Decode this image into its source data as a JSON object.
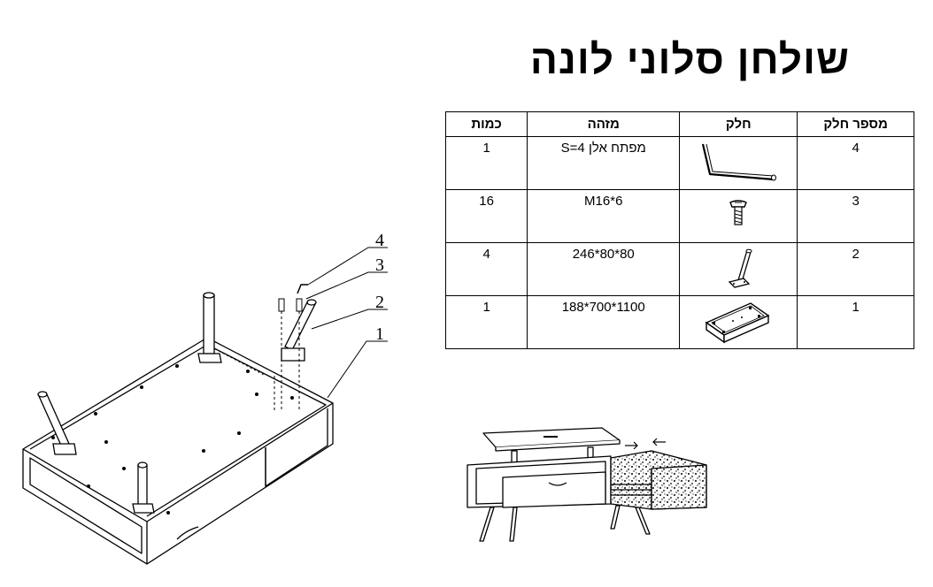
{
  "title": "שולחן סלוני לונה",
  "table": {
    "headers": {
      "part_number": "מספר חלק",
      "part": "חלק",
      "identifier": "מזהה",
      "quantity": "כמות"
    },
    "rows": [
      {
        "part_number": "4",
        "icon": "allen-key-icon",
        "identifier": "מפתח אלן S=4",
        "quantity": "1"
      },
      {
        "part_number": "3",
        "icon": "screw-icon",
        "identifier": "M16*6",
        "quantity": "16"
      },
      {
        "part_number": "2",
        "icon": "leg-icon",
        "identifier": "80*80*246",
        "quantity": "4"
      },
      {
        "part_number": "1",
        "icon": "tabletop-icon",
        "identifier": "1100*700*188",
        "quantity": "1"
      }
    ]
  },
  "callouts": [
    "4",
    "3",
    "2",
    "1"
  ]
}
